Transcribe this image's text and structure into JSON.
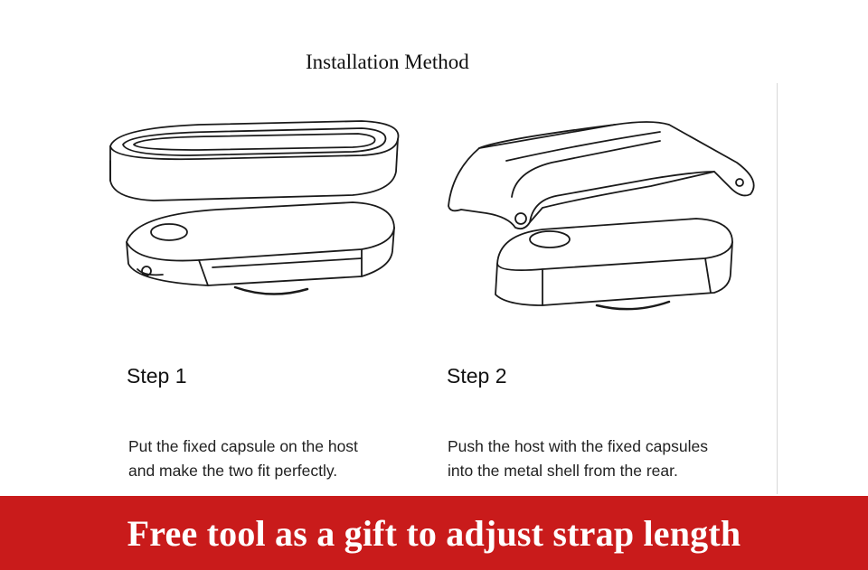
{
  "title": "Installation Method",
  "steps": [
    {
      "label": "Step 1",
      "desc_line1": "Put the fixed capsule on the host",
      "desc_line2": "and make the two fit perfectly."
    },
    {
      "label": "Step 2",
      "desc_line1": "Push the host with the fixed capsules",
      "desc_line2": "into the metal shell from the rear."
    }
  ],
  "banner": {
    "text": "Free tool as a gift to adjust strap length",
    "color": "#c91b1b"
  },
  "icons": {
    "step1": "capsule-above-host-icon",
    "step2": "host-into-shell-icon"
  }
}
